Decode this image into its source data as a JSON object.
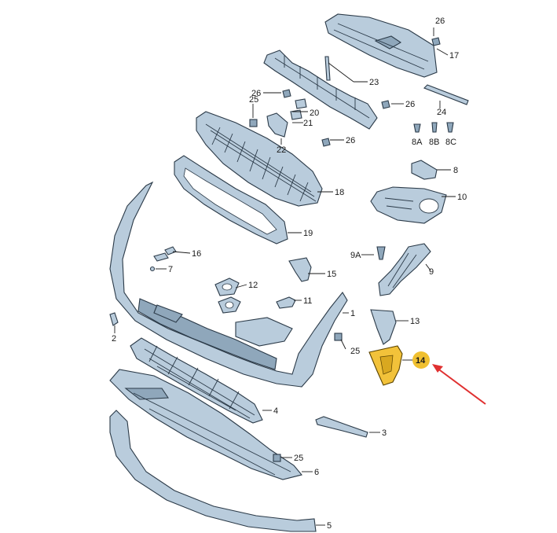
{
  "callouts": {
    "c1": "1",
    "c2": "2",
    "c3": "3",
    "c4": "4",
    "c5": "5",
    "c6": "6",
    "c7": "7",
    "c8": "8",
    "c8a": "8A",
    "c8b": "8B",
    "c8c": "8C",
    "c9": "9",
    "c9a": "9A",
    "c10": "10",
    "c11": "11",
    "c12": "12",
    "c13": "13",
    "c14": "14",
    "c15": "15",
    "c16": "16",
    "c17": "17",
    "c18": "18",
    "c19": "19",
    "c20": "20",
    "c21": "21",
    "c22": "22",
    "c23": "23",
    "c24": "24",
    "c25a": "25",
    "c25b": "25",
    "c25c": "25",
    "c26a": "26",
    "c26b": "26",
    "c26c": "26",
    "c26d": "26"
  },
  "highlight": {
    "part": "14",
    "badge_color": "#f0c030",
    "arrow_color": "#e03030"
  }
}
